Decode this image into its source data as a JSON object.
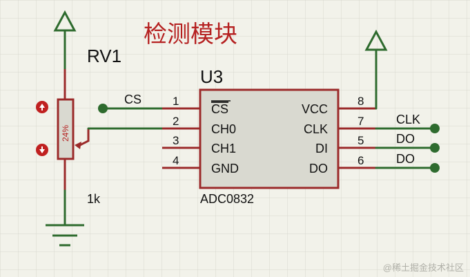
{
  "title": "检测模块",
  "potentiometer": {
    "ref": "RV1",
    "value": "1k",
    "position": "24%"
  },
  "chip": {
    "ref": "U3",
    "part": "ADC0832",
    "left_pins": [
      {
        "num": "1",
        "name": "CS"
      },
      {
        "num": "2",
        "name": "CH0"
      },
      {
        "num": "3",
        "name": "CH1"
      },
      {
        "num": "4",
        "name": "GND"
      }
    ],
    "right_pins": [
      {
        "num": "8",
        "name": "VCC"
      },
      {
        "num": "7",
        "name": "CLK"
      },
      {
        "num": "5",
        "name": "DI"
      },
      {
        "num": "6",
        "name": "DO"
      }
    ]
  },
  "nets": {
    "cs": "CS",
    "clk": "CLK",
    "do_1": "DO",
    "do_2": "DO"
  },
  "watermark": "@稀土掘金技术社区",
  "colors": {
    "wire": "#2e6b2e",
    "body_stroke": "#9b2a2a",
    "body_fill": "#d9d9d0",
    "title": "#b52020",
    "grid": "#d8d8cf"
  }
}
